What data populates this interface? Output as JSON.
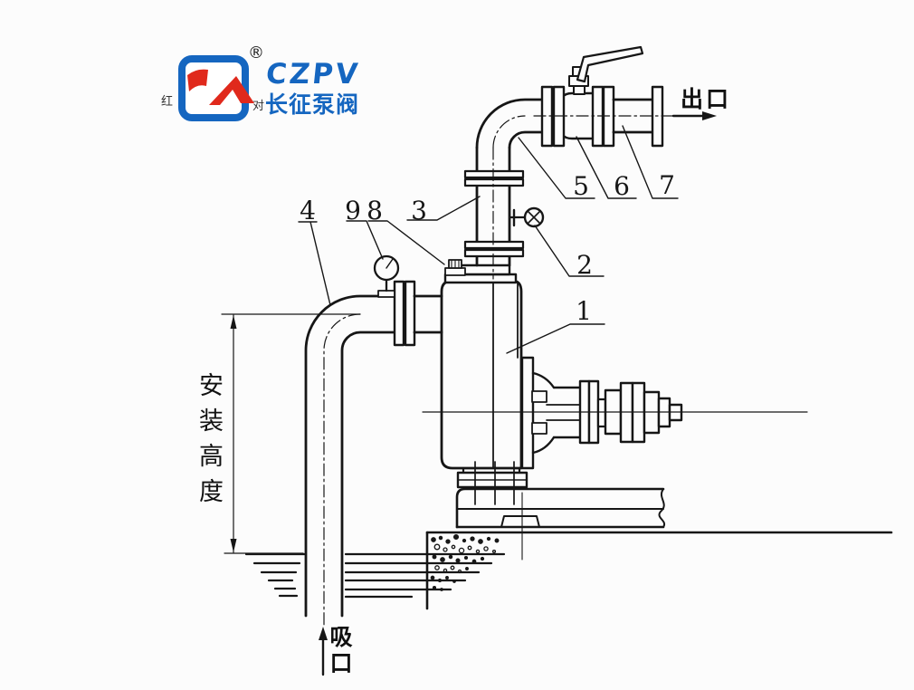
{
  "logo": {
    "registered": "®",
    "brand_latin": "CZPV",
    "brand_cn": "长征泵阀",
    "watermark_left": "红",
    "watermark_right": "对",
    "brand_color": "#1566c0",
    "flag_color": "#e0291c"
  },
  "labels": {
    "outlet": "出口",
    "suction": "吸口",
    "install_height": "安装高度"
  },
  "part_numbers": [
    "1",
    "2",
    "3",
    "4",
    "5",
    "6",
    "7",
    "8",
    "9"
  ]
}
